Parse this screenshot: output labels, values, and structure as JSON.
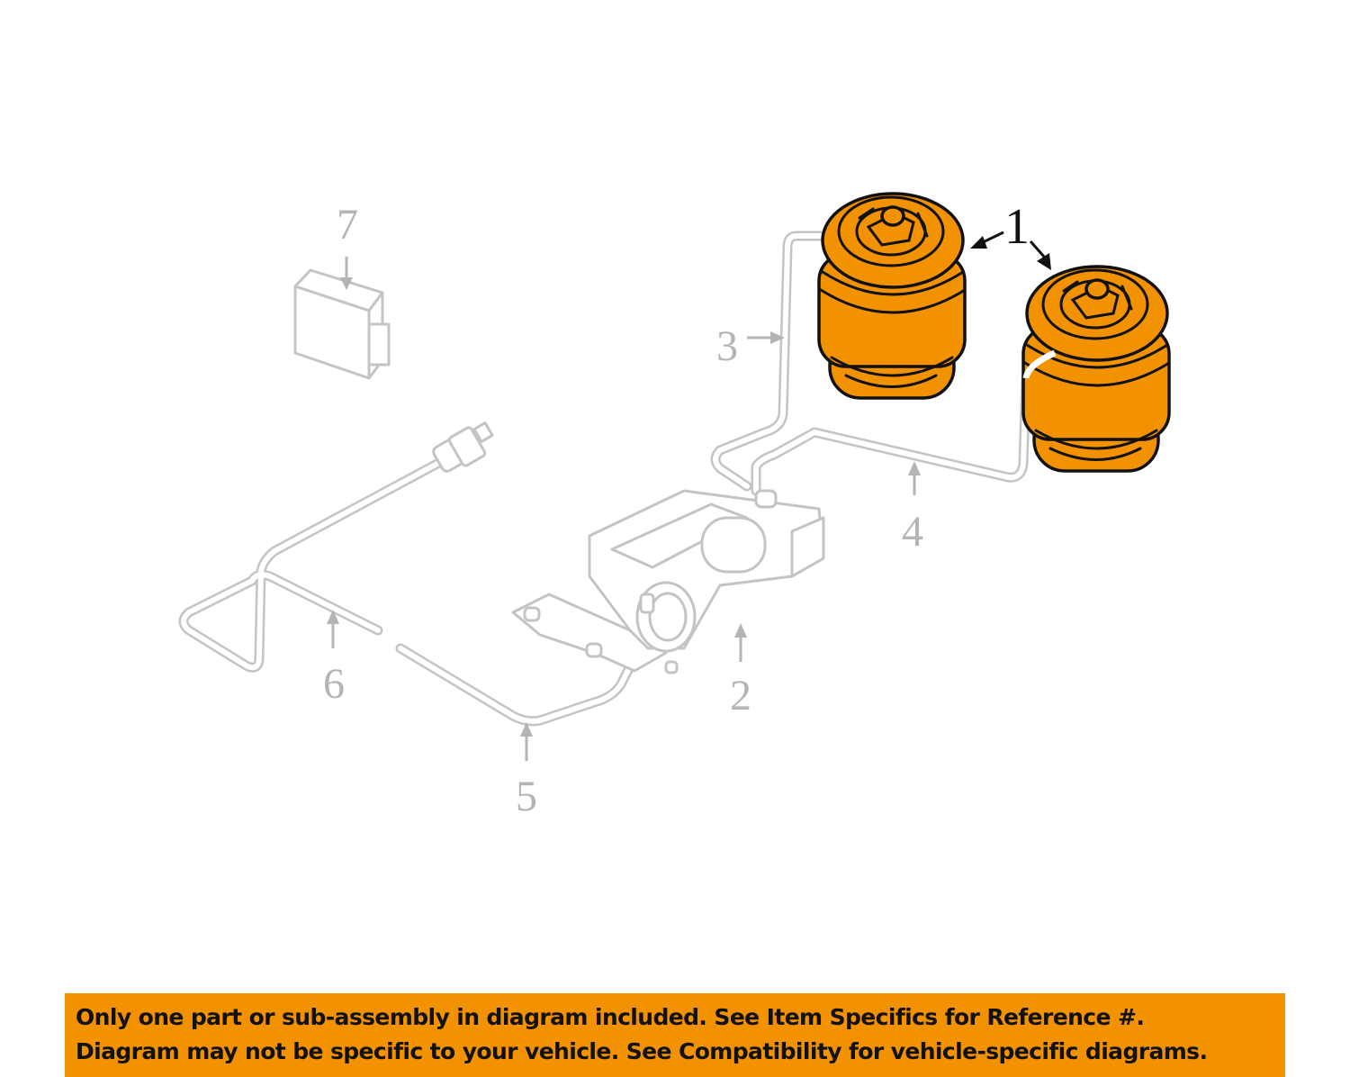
{
  "diagram": {
    "title": "Air suspension components",
    "highlight_color": "#f39200",
    "callouts": [
      {
        "id": "1",
        "label": "1"
      },
      {
        "id": "2",
        "label": "2"
      },
      {
        "id": "3",
        "label": "3"
      },
      {
        "id": "4",
        "label": "4"
      },
      {
        "id": "5",
        "label": "5"
      },
      {
        "id": "6",
        "label": "6"
      },
      {
        "id": "7",
        "label": "7"
      }
    ]
  },
  "banner": {
    "line1": "Only one part or sub-assembly in diagram included. See Item Specifics for Reference #.",
    "line2": "Diagram may not be specific to your vehicle. See Compatibility for vehicle-specific diagrams.",
    "color": "#f39200"
  }
}
